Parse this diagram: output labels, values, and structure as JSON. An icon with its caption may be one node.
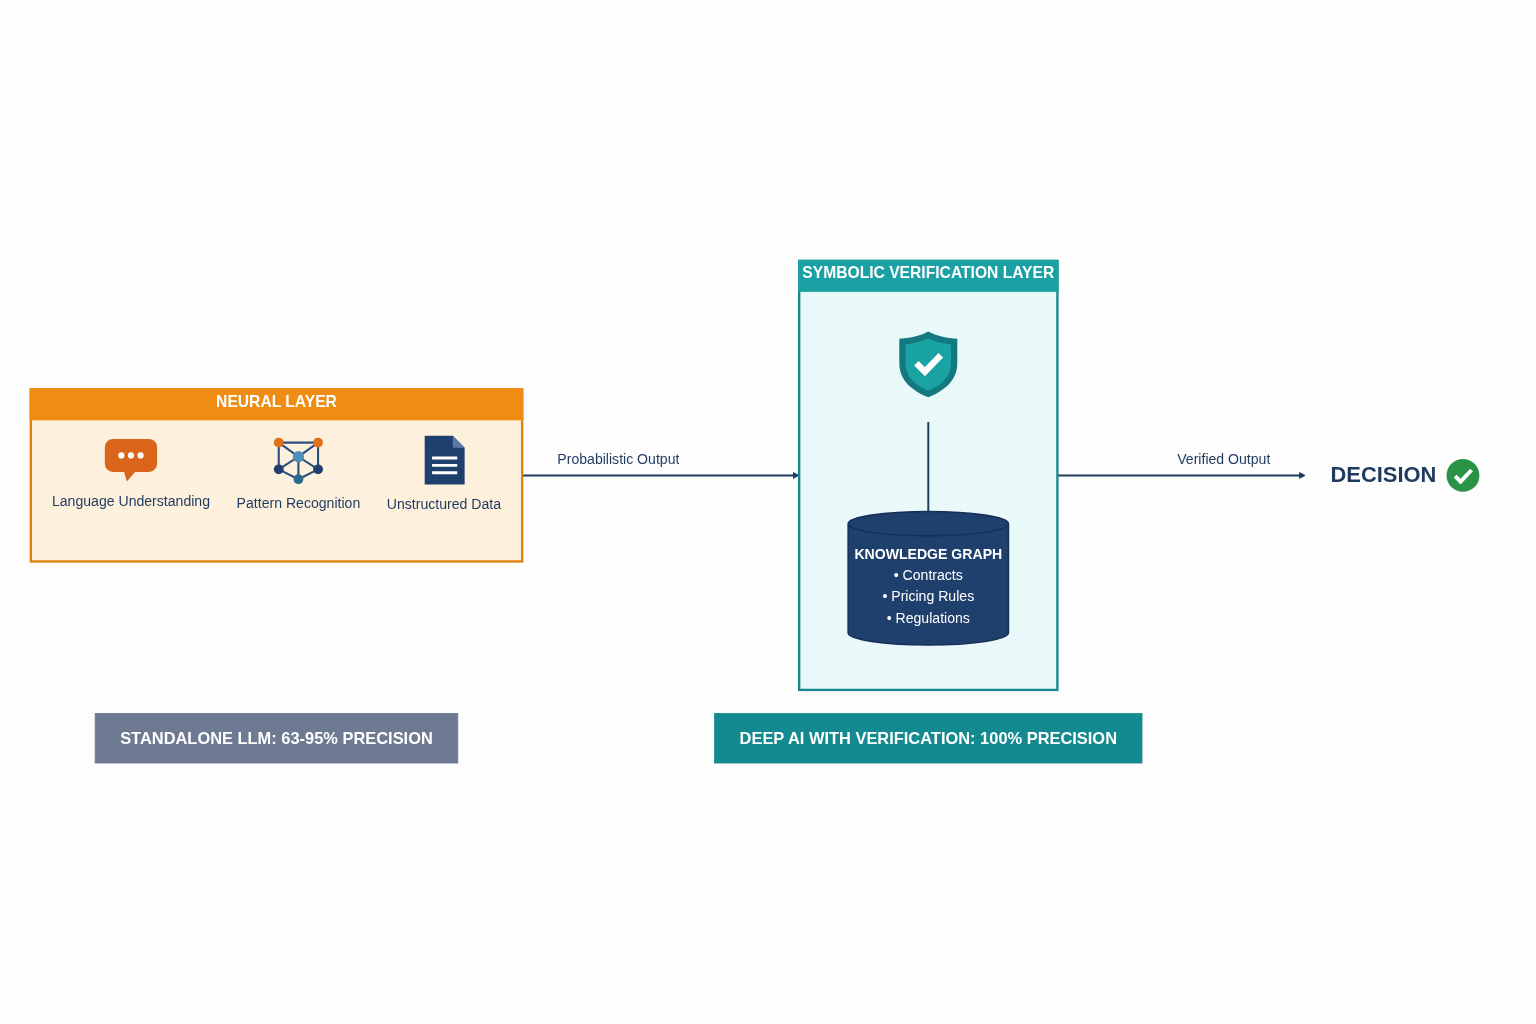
{
  "diagram": {
    "nodes": [
      {
        "text": [
          "NEURAL LAYER"
        ]
      },
      {
        "text": [
          "Language Understanding"
        ],
        "in": 0
      },
      {
        "text": [
          "Pattern Recognition"
        ],
        "in": 0
      },
      {
        "text": [
          "Unstructured Data"
        ],
        "in": 0
      },
      {
        "text": [
          "SYMBOLIC VERIFICATION LAYER"
        ]
      },
      {
        "text": [],
        "shape": "picture",
        "in": 4
      },
      {
        "text": [
          "KNOWLEDGE GRAPH",
          "• Contracts",
          "• Pricing Rules",
          "• Regulations"
        ],
        "in": 4
      },
      {
        "text": [
          "DECISION"
        ]
      },
      {
        "text": [
          "STANDALONE LLM: 63-95% PRECISION"
        ]
      },
      {
        "text": [
          "DEEP AI WITH VERIFICATION: 100% PRECISION"
        ]
      }
    ],
    "edges": [
      {
        "from": 0,
        "to": 4,
        "arrow": "to",
        "label": "Probabilistic Output"
      },
      {
        "from": 4,
        "to": 7,
        "arrow": "to",
        "label": "Verified Output"
      },
      {
        "from": 5,
        "to": 6,
        "arrow": "none"
      }
    ]
  }
}
